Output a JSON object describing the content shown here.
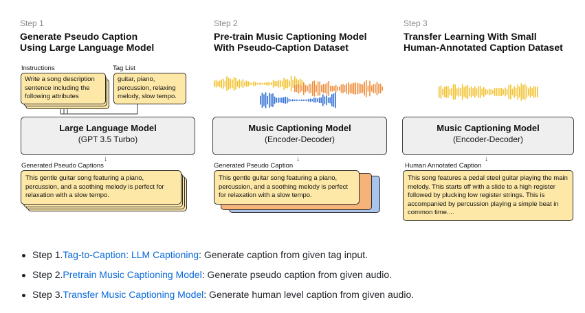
{
  "steps": [
    {
      "label": "Step 1",
      "title_line1": "Generate Pseudo Caption",
      "title_line2": "Using Large Language Model",
      "instructions_label": "Instructions",
      "instructions_text": "Write a song description sentence including the following attributes",
      "taglist_label": "Tag List",
      "taglist_text": "guitar, piano, percussion, relaxing melody, slow tempo.",
      "model_title": "Large Language Model",
      "model_sub": "(GPT 3.5 Turbo)",
      "output_label": "Generated Pseudo Captions",
      "output_text": "This gentle guitar song featuring a piano, percussion, and a soothing melody is perfect for relaxation with a slow tempo."
    },
    {
      "label": "Step 2",
      "title_line1": "Pre-train Music Captioning Model",
      "title_line2": "With Pseudo-Caption Dataset",
      "model_title": "Music Captioning Model",
      "model_sub": "(Encoder-Decoder)",
      "output_label": "Generated Pseudo Caption",
      "output_text": "This gentle guitar song featuring a piano, percussion, and a soothing melody is perfect for relaxation with a slow tempo."
    },
    {
      "label": "Step 3",
      "title_line1": "Transfer Learning With Small",
      "title_line2": "Human-Annotated Caption Dataset",
      "model_title": "Music Captioning Model",
      "model_sub": "(Encoder-Decoder)",
      "output_label": "Human Annotated Caption",
      "output_text": "This song features a pedal steel guitar playing the main melody. This starts off with a slide to a high register followed by plucking low register strings. This is accompanied by percussion playing a simple beat in common time...."
    }
  ],
  "colors": {
    "note_fill": "#fde8a8",
    "model_fill": "#efefef",
    "wave_yellow": "#f2c230",
    "wave_orange": "#ee8d3a",
    "wave_blue": "#2f6fd6",
    "card_blue": "#a9c4ec",
    "link": "#0969da"
  },
  "bullets": [
    {
      "prefix": "Step 1.",
      "link": "Tag-to-Caption: LLM Captioning",
      "suffix": ": Generate caption from given tag input."
    },
    {
      "prefix": "Step 2.",
      "link": "Pretrain Music Captioning Model",
      "suffix": ": Generate pseudo caption from given audio."
    },
    {
      "prefix": "Step 3.",
      "link": "Transfer Music Captioning Model",
      "suffix": ": Generate human level caption from given audio."
    }
  ]
}
